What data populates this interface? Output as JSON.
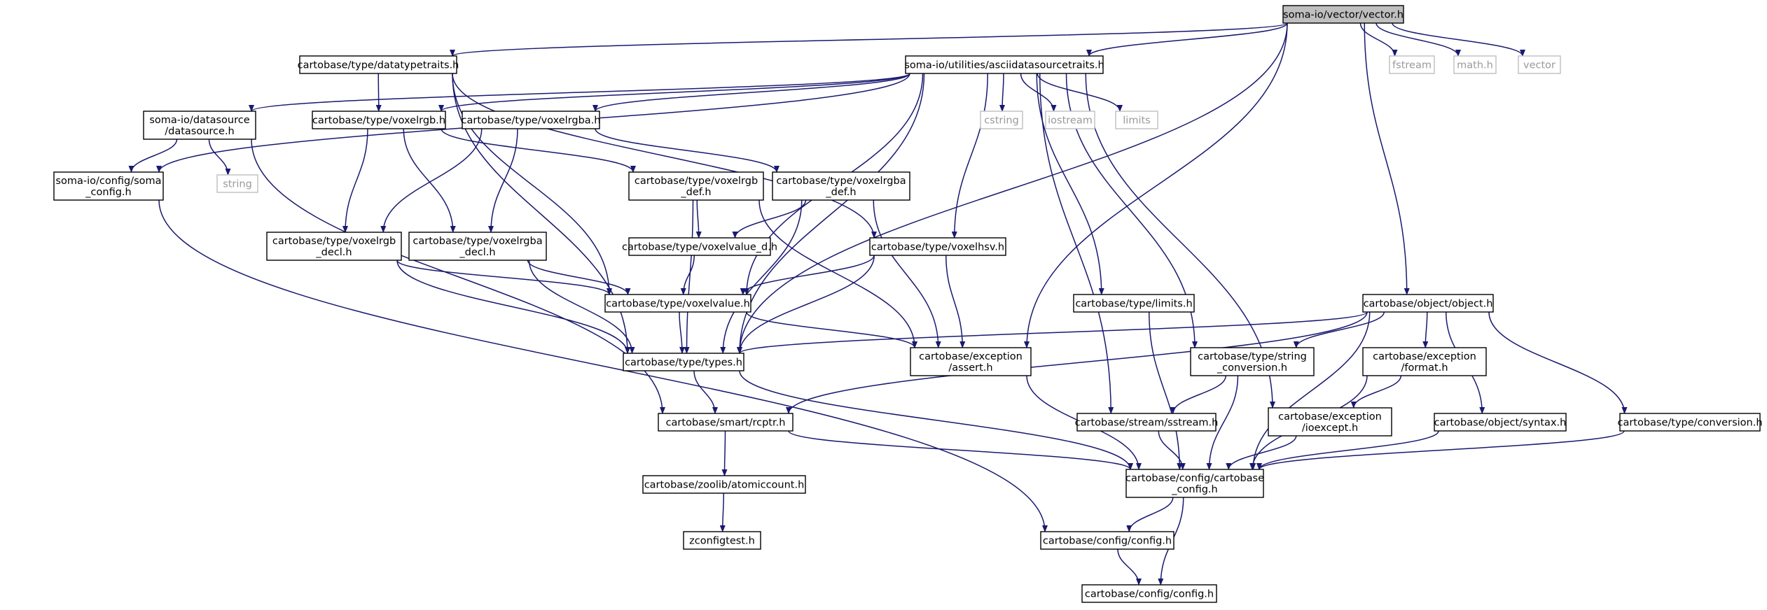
{
  "diagram": {
    "type": "include-dependency-graph",
    "colors": {
      "edge": "#191970",
      "root_fill": "#bfbfbf",
      "node_border": "#000000",
      "external_border": "#bfbfbf",
      "external_text": "#9a9a9a"
    },
    "nodes": [
      {
        "id": "vector",
        "lines": [
          "soma-io/vector/vector.h"
        ],
        "kind": "root"
      },
      {
        "id": "datatypetraits",
        "lines": [
          "cartobase/type/datatypetraits.h"
        ],
        "kind": "normal"
      },
      {
        "id": "asciitraits",
        "lines": [
          "soma-io/utilities/asciidatasourcetraits.h"
        ],
        "kind": "normal"
      },
      {
        "id": "fstream",
        "lines": [
          "fstream"
        ],
        "kind": "external"
      },
      {
        "id": "math",
        "lines": [
          "math.h"
        ],
        "kind": "external"
      },
      {
        "id": "vectorstd",
        "lines": [
          "vector"
        ],
        "kind": "external"
      },
      {
        "id": "datasource",
        "lines": [
          "soma-io/datasource",
          "/datasource.h"
        ],
        "kind": "normal"
      },
      {
        "id": "voxelrgb",
        "lines": [
          "cartobase/type/voxelrgb.h"
        ],
        "kind": "normal"
      },
      {
        "id": "voxelrgba",
        "lines": [
          "cartobase/type/voxelrgba.h"
        ],
        "kind": "normal"
      },
      {
        "id": "cstring",
        "lines": [
          "cstring"
        ],
        "kind": "external"
      },
      {
        "id": "iostream",
        "lines": [
          "iostream"
        ],
        "kind": "external"
      },
      {
        "id": "limitsstd",
        "lines": [
          "limits"
        ],
        "kind": "external"
      },
      {
        "id": "somaconfig",
        "lines": [
          "soma-io/config/soma",
          "_config.h"
        ],
        "kind": "normal"
      },
      {
        "id": "string",
        "lines": [
          "string"
        ],
        "kind": "external"
      },
      {
        "id": "voxelrgbdef",
        "lines": [
          "cartobase/type/voxelrgb",
          "_def.h"
        ],
        "kind": "normal"
      },
      {
        "id": "voxelrgbadef",
        "lines": [
          "cartobase/type/voxelrgba",
          "_def.h"
        ],
        "kind": "normal"
      },
      {
        "id": "voxelrgbdecl",
        "lines": [
          "cartobase/type/voxelrgb",
          "_decl.h"
        ],
        "kind": "normal"
      },
      {
        "id": "voxelrgbadecl",
        "lines": [
          "cartobase/type/voxelrgba",
          "_decl.h"
        ],
        "kind": "normal"
      },
      {
        "id": "voxelvalued",
        "lines": [
          "cartobase/type/voxelvalue_d.h"
        ],
        "kind": "normal"
      },
      {
        "id": "voxelhsv",
        "lines": [
          "cartobase/type/voxelhsv.h"
        ],
        "kind": "normal"
      },
      {
        "id": "voxelvalue",
        "lines": [
          "cartobase/type/voxelvalue.h"
        ],
        "kind": "normal"
      },
      {
        "id": "limits",
        "lines": [
          "cartobase/type/limits.h"
        ],
        "kind": "normal"
      },
      {
        "id": "object",
        "lines": [
          "cartobase/object/object.h"
        ],
        "kind": "normal"
      },
      {
        "id": "types",
        "lines": [
          "cartobase/type/types.h"
        ],
        "kind": "normal"
      },
      {
        "id": "assert",
        "lines": [
          "cartobase/exception",
          "/assert.h"
        ],
        "kind": "normal"
      },
      {
        "id": "stringconv",
        "lines": [
          "cartobase/type/string",
          "_conversion.h"
        ],
        "kind": "normal"
      },
      {
        "id": "format",
        "lines": [
          "cartobase/exception",
          "/format.h"
        ],
        "kind": "normal"
      },
      {
        "id": "rcptr",
        "lines": [
          "cartobase/smart/rcptr.h"
        ],
        "kind": "normal"
      },
      {
        "id": "sstream",
        "lines": [
          "cartobase/stream/sstream.h"
        ],
        "kind": "normal"
      },
      {
        "id": "ioexcept",
        "lines": [
          "cartobase/exception",
          "/ioexcept.h"
        ],
        "kind": "normal"
      },
      {
        "id": "syntax",
        "lines": [
          "cartobase/object/syntax.h"
        ],
        "kind": "normal"
      },
      {
        "id": "conversion",
        "lines": [
          "cartobase/type/conversion.h"
        ],
        "kind": "normal"
      },
      {
        "id": "cartobaseconfig",
        "lines": [
          "cartobase/config/cartobase",
          "_config.h"
        ],
        "kind": "normal"
      },
      {
        "id": "atomiccount",
        "lines": [
          "cartobase/zoolib/atomiccount.h"
        ],
        "kind": "normal"
      },
      {
        "id": "zconfigtest",
        "lines": [
          "zconfigtest.h"
        ],
        "kind": "normal"
      },
      {
        "id": "configh1",
        "lines": [
          "cartobase/config/config.h"
        ],
        "kind": "normal"
      },
      {
        "id": "configh2",
        "lines": [
          "cartobase/config/config.h"
        ],
        "kind": "normal"
      }
    ],
    "edges": [
      [
        "vector",
        "datatypetraits"
      ],
      [
        "vector",
        "asciitraits"
      ],
      [
        "vector",
        "fstream"
      ],
      [
        "vector",
        "math"
      ],
      [
        "vector",
        "vectorstd"
      ],
      [
        "vector",
        "types"
      ],
      [
        "vector",
        "assert"
      ],
      [
        "vector",
        "object"
      ],
      [
        "datatypetraits",
        "voxelrgb"
      ],
      [
        "datatypetraits",
        "voxelhsv"
      ],
      [
        "datatypetraits",
        "voxelvalue"
      ],
      [
        "datatypetraits",
        "types"
      ],
      [
        "asciitraits",
        "datasource"
      ],
      [
        "asciitraits",
        "somaconfig"
      ],
      [
        "asciitraits",
        "voxelrgb"
      ],
      [
        "asciitraits",
        "voxelrgba"
      ],
      [
        "asciitraits",
        "cstring"
      ],
      [
        "asciitraits",
        "iostream"
      ],
      [
        "asciitraits",
        "limitsstd"
      ],
      [
        "asciitraits",
        "voxelhsv"
      ],
      [
        "asciitraits",
        "voxelvalue"
      ],
      [
        "asciitraits",
        "types"
      ],
      [
        "asciitraits",
        "limits"
      ],
      [
        "asciitraits",
        "stringconv"
      ],
      [
        "asciitraits",
        "sstream"
      ],
      [
        "asciitraits",
        "ioexcept"
      ],
      [
        "datasource",
        "somaconfig"
      ],
      [
        "datasource",
        "string"
      ],
      [
        "datasource",
        "rcptr"
      ],
      [
        "somaconfig",
        "configh1"
      ],
      [
        "voxelrgb",
        "voxelrgbdef"
      ],
      [
        "voxelrgb",
        "voxelrgbdecl"
      ],
      [
        "voxelrgb",
        "voxelrgbadecl"
      ],
      [
        "voxelrgba",
        "voxelrgbadef"
      ],
      [
        "voxelrgba",
        "voxelrgbdecl"
      ],
      [
        "voxelrgba",
        "voxelrgbadecl"
      ],
      [
        "voxelrgbdef",
        "voxelvalued"
      ],
      [
        "voxelrgbdef",
        "types"
      ],
      [
        "voxelrgbdef",
        "assert"
      ],
      [
        "voxelrgbadef",
        "voxelvalued"
      ],
      [
        "voxelrgbadef",
        "types"
      ],
      [
        "voxelrgbadef",
        "assert"
      ],
      [
        "voxelrgbdecl",
        "voxelvalue"
      ],
      [
        "voxelrgbdecl",
        "types"
      ],
      [
        "voxelrgbadecl",
        "voxelvalue"
      ],
      [
        "voxelrgbadecl",
        "types"
      ],
      [
        "voxelvalued",
        "voxelvalue"
      ],
      [
        "voxelhsv",
        "voxelvalue"
      ],
      [
        "voxelhsv",
        "types"
      ],
      [
        "voxelhsv",
        "assert"
      ],
      [
        "voxelvalue",
        "types"
      ],
      [
        "voxelvalue",
        "assert"
      ],
      [
        "limits",
        "cartobaseconfig"
      ],
      [
        "object",
        "types"
      ],
      [
        "object",
        "rcptr"
      ],
      [
        "object",
        "stringconv"
      ],
      [
        "object",
        "format"
      ],
      [
        "object",
        "syntax"
      ],
      [
        "object",
        "conversion"
      ],
      [
        "object",
        "cartobaseconfig"
      ],
      [
        "types",
        "rcptr"
      ],
      [
        "types",
        "cartobaseconfig"
      ],
      [
        "assert",
        "cartobaseconfig"
      ],
      [
        "stringconv",
        "sstream"
      ],
      [
        "stringconv",
        "cartobaseconfig"
      ],
      [
        "format",
        "ioexcept"
      ],
      [
        "format",
        "cartobaseconfig"
      ],
      [
        "rcptr",
        "atomiccount"
      ],
      [
        "rcptr",
        "cartobaseconfig"
      ],
      [
        "sstream",
        "cartobaseconfig"
      ],
      [
        "ioexcept",
        "cartobaseconfig"
      ],
      [
        "syntax",
        "cartobaseconfig"
      ],
      [
        "conversion",
        "cartobaseconfig"
      ],
      [
        "cartobaseconfig",
        "configh1"
      ],
      [
        "cartobaseconfig",
        "configh2"
      ],
      [
        "atomiccount",
        "zconfigtest"
      ],
      [
        "configh1",
        "configh2"
      ]
    ]
  }
}
